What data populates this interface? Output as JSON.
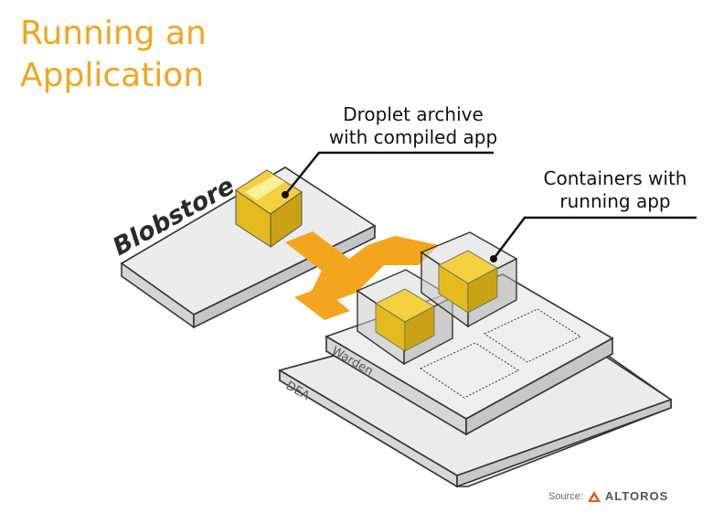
{
  "title": {
    "line1": "Running an",
    "line2": "Application"
  },
  "callouts": {
    "droplet": {
      "line1": "Droplet archive",
      "line2": "with compiled app"
    },
    "containers": {
      "line1": "Containers with",
      "line2": "running app"
    }
  },
  "labels": {
    "blobstore": "Blobstore",
    "warden": "Warden",
    "dea": "DEA"
  },
  "source": {
    "prefix": "Source:",
    "brand": "ALTOROS"
  },
  "colors": {
    "accent": "#f3a51d",
    "box": "#e0bd1d",
    "platform": "#e6e6e6"
  }
}
